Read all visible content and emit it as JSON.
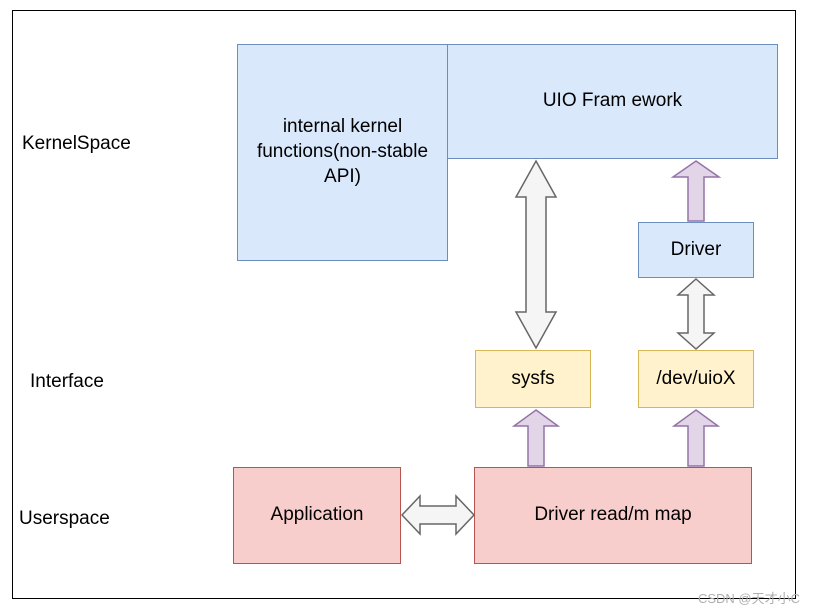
{
  "layers": {
    "kernel": "KernelSpace",
    "interface": "Interface",
    "user": "Userspace"
  },
  "boxes": {
    "internal_kernel": "internal kernel functions(non-stable API)",
    "uio_framework": "UIO Fram ework",
    "driver": "Driver",
    "sysfs": "sysfs",
    "dev_uiox": "/dev/uioX",
    "application": "Application",
    "driver_read_mmap": "Driver read/m map"
  },
  "colors": {
    "kernel_fill": "#dae8fc",
    "kernel_border": "#6c8ebf",
    "interface_fill": "#fff2cc",
    "interface_border": "#d6b656",
    "user_fill": "#f8cecc",
    "user_border": "#b85450",
    "single_arrow_fill": "#e1d5e7",
    "double_arrow_fill": "#f5f5f5"
  },
  "watermark": "CSDN @天才小C"
}
